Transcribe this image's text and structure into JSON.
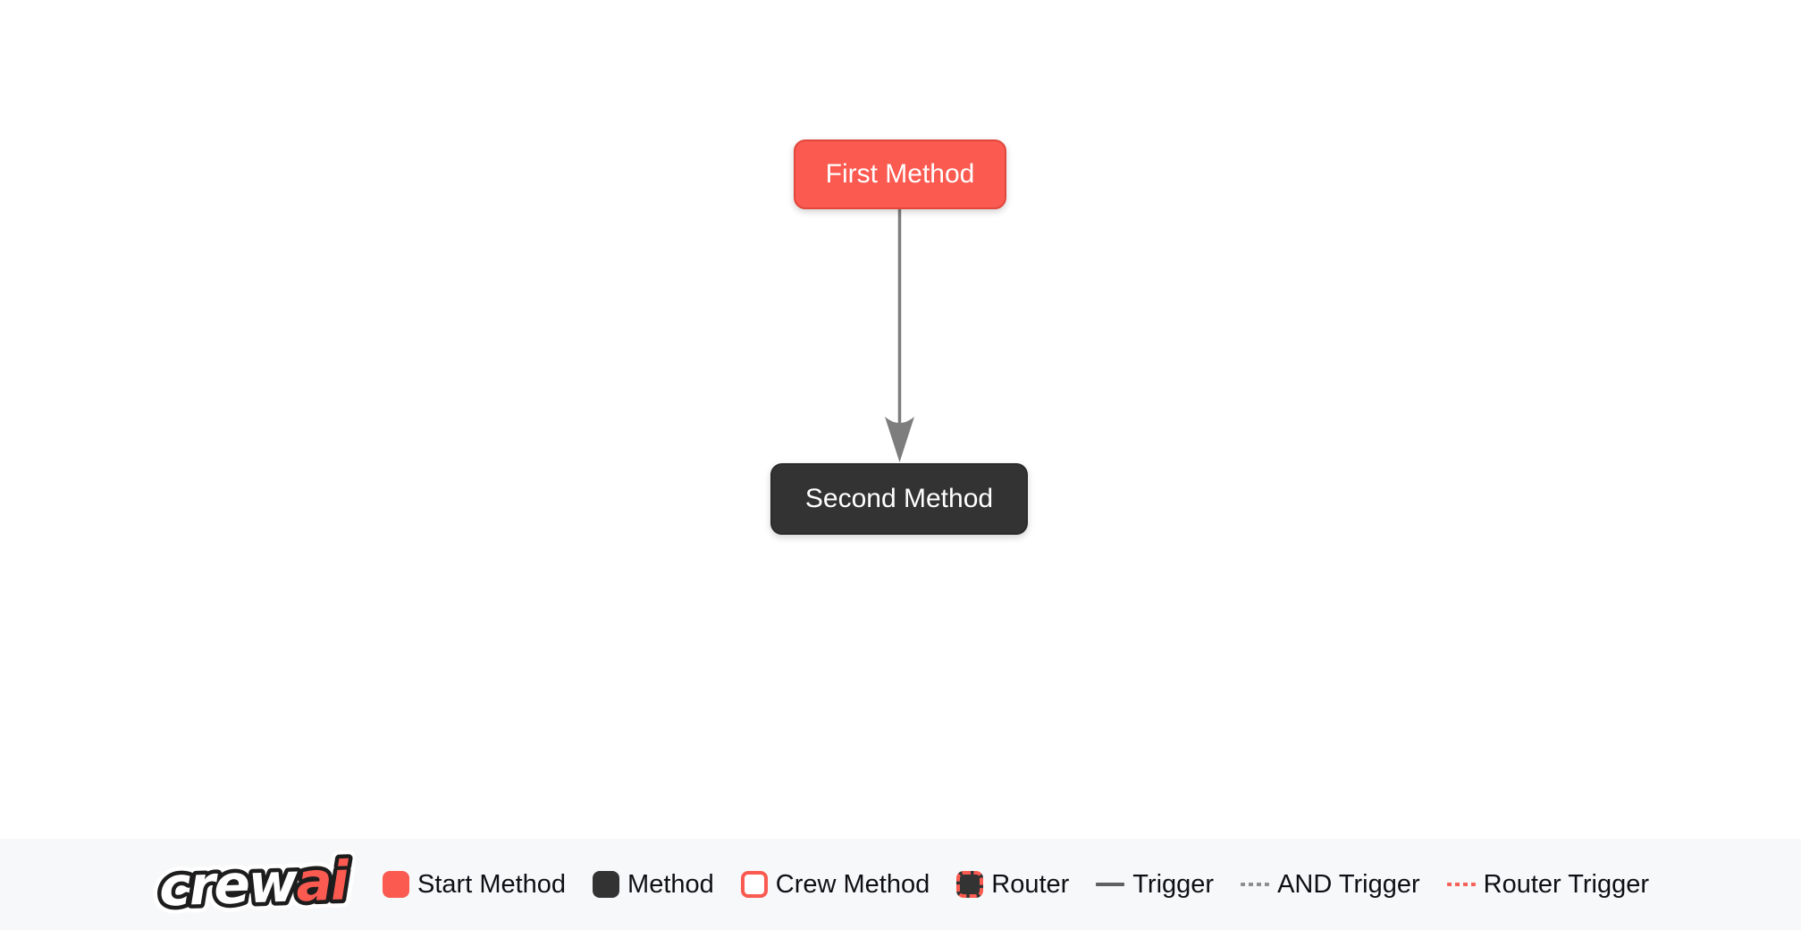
{
  "canvas": {
    "nodes": [
      {
        "id": "first-method",
        "label": "First Method",
        "kind": "start-method"
      },
      {
        "id": "second-method",
        "label": "Second Method",
        "kind": "method"
      }
    ],
    "edges": [
      {
        "from": "first-method",
        "to": "second-method",
        "kind": "trigger"
      }
    ]
  },
  "footer": {
    "logo": {
      "crew": "crew",
      "ai": "ai"
    },
    "legend": [
      {
        "label": "Start Method",
        "kind": "start-method"
      },
      {
        "label": "Method",
        "kind": "method"
      },
      {
        "label": "Crew Method",
        "kind": "crew-method"
      },
      {
        "label": "Router",
        "kind": "router"
      },
      {
        "label": "Trigger",
        "kind": "trigger"
      },
      {
        "label": "AND Trigger",
        "kind": "and-trigger"
      },
      {
        "label": "Router Trigger",
        "kind": "router-trigger"
      }
    ]
  },
  "colors": {
    "accent_red": "#FA5A50",
    "accent_red_border": "#E1473D",
    "dark_node": "#333333",
    "edge_gray": "#7D7D7D",
    "footer_bg": "#F7F8F9",
    "trigger_line": "#606060",
    "and_trigger_line": "#8F8F8F",
    "router_trigger_line": "#F8625A",
    "legend_text": "#101014",
    "node_text": "#FFFFFF",
    "page_bg": "#FFFFFF"
  }
}
